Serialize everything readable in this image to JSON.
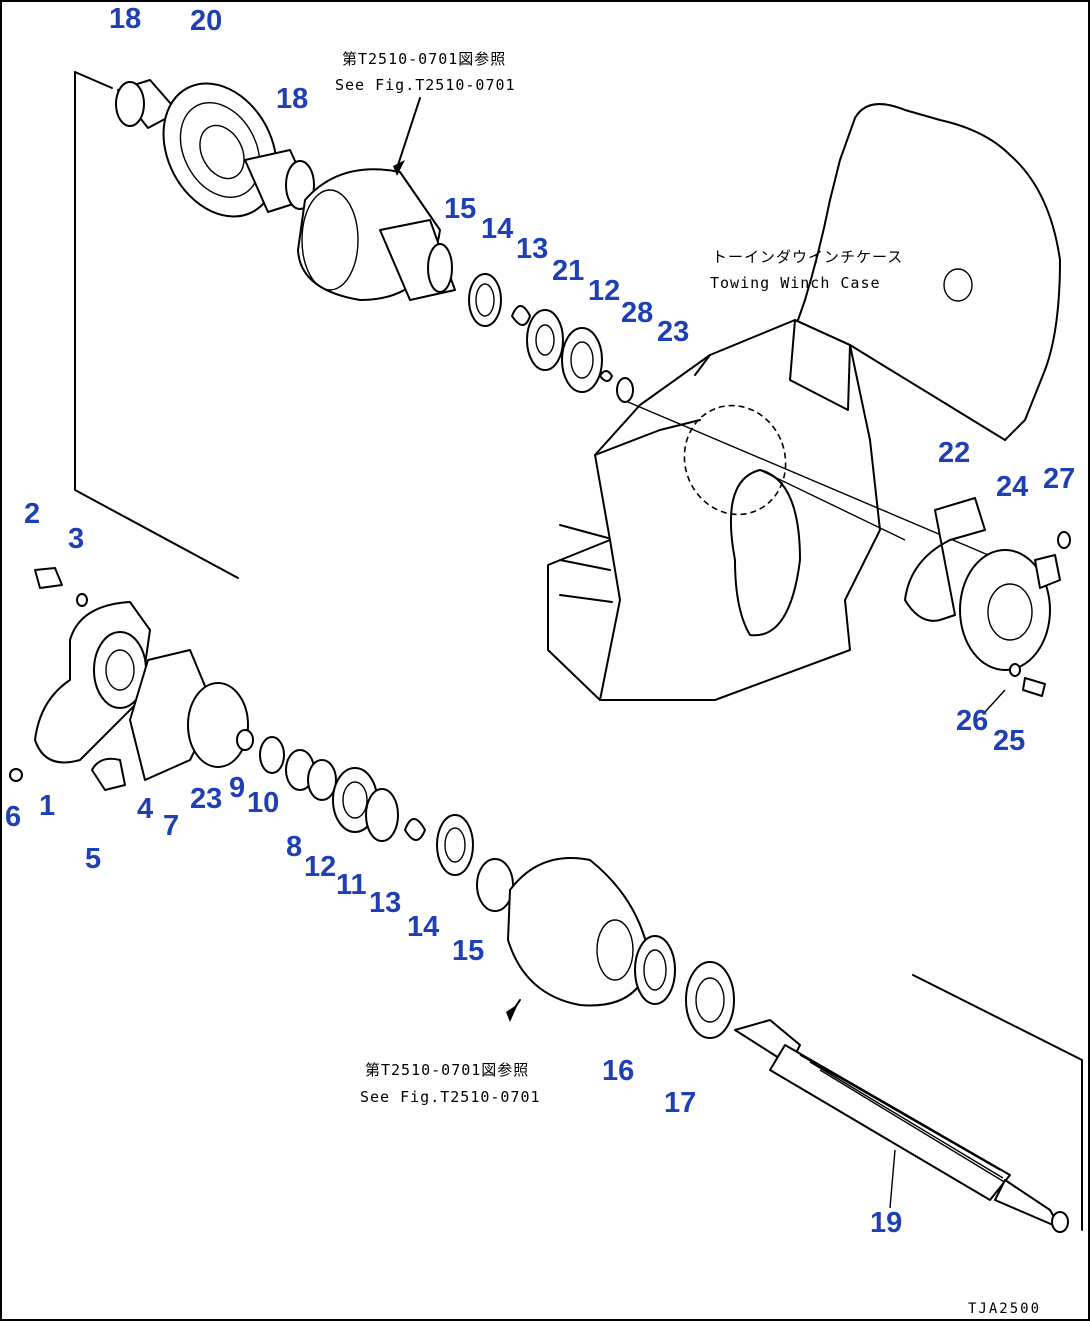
{
  "parts": [
    {
      "id": "p18a",
      "label": "18"
    },
    {
      "id": "p20",
      "label": "20"
    },
    {
      "id": "p18b",
      "label": "18"
    },
    {
      "id": "p15a",
      "label": "15"
    },
    {
      "id": "p14a",
      "label": "14"
    },
    {
      "id": "p13a",
      "label": "13"
    },
    {
      "id": "p21",
      "label": "21"
    },
    {
      "id": "p12a",
      "label": "12"
    },
    {
      "id": "p28",
      "label": "28"
    },
    {
      "id": "p23a",
      "label": "23"
    },
    {
      "id": "p22",
      "label": "22"
    },
    {
      "id": "p24",
      "label": "24"
    },
    {
      "id": "p27",
      "label": "27"
    },
    {
      "id": "p26",
      "label": "26"
    },
    {
      "id": "p25",
      "label": "25"
    },
    {
      "id": "p2",
      "label": "2"
    },
    {
      "id": "p3",
      "label": "3"
    },
    {
      "id": "p6",
      "label": "6"
    },
    {
      "id": "p1",
      "label": "1"
    },
    {
      "id": "p5",
      "label": "5"
    },
    {
      "id": "p4",
      "label": "4"
    },
    {
      "id": "p7",
      "label": "7"
    },
    {
      "id": "p23b",
      "label": "23"
    },
    {
      "id": "p9",
      "label": "9"
    },
    {
      "id": "p10",
      "label": "10"
    },
    {
      "id": "p8",
      "label": "8"
    },
    {
      "id": "p12b",
      "label": "12"
    },
    {
      "id": "p11",
      "label": "11"
    },
    {
      "id": "p13b",
      "label": "13"
    },
    {
      "id": "p14b",
      "label": "14"
    },
    {
      "id": "p15b",
      "label": "15"
    },
    {
      "id": "p16",
      "label": "16"
    },
    {
      "id": "p17",
      "label": "17"
    },
    {
      "id": "p19",
      "label": "19"
    }
  ],
  "notes": {
    "top_ref_jp": "第T2510-0701図参照",
    "top_ref_en": "See Fig.T2510-0701",
    "case_jp": "トーインダウインチケース",
    "case_en": "Towing Winch Case",
    "bottom_ref_jp": "第T2510-0701図参照",
    "bottom_ref_en": "See Fig.T2510-0701"
  },
  "drawing_code": "TJA2500",
  "colors": {
    "part_number": "#1f3fb4",
    "line": "#000000",
    "background": "#ffffff"
  }
}
